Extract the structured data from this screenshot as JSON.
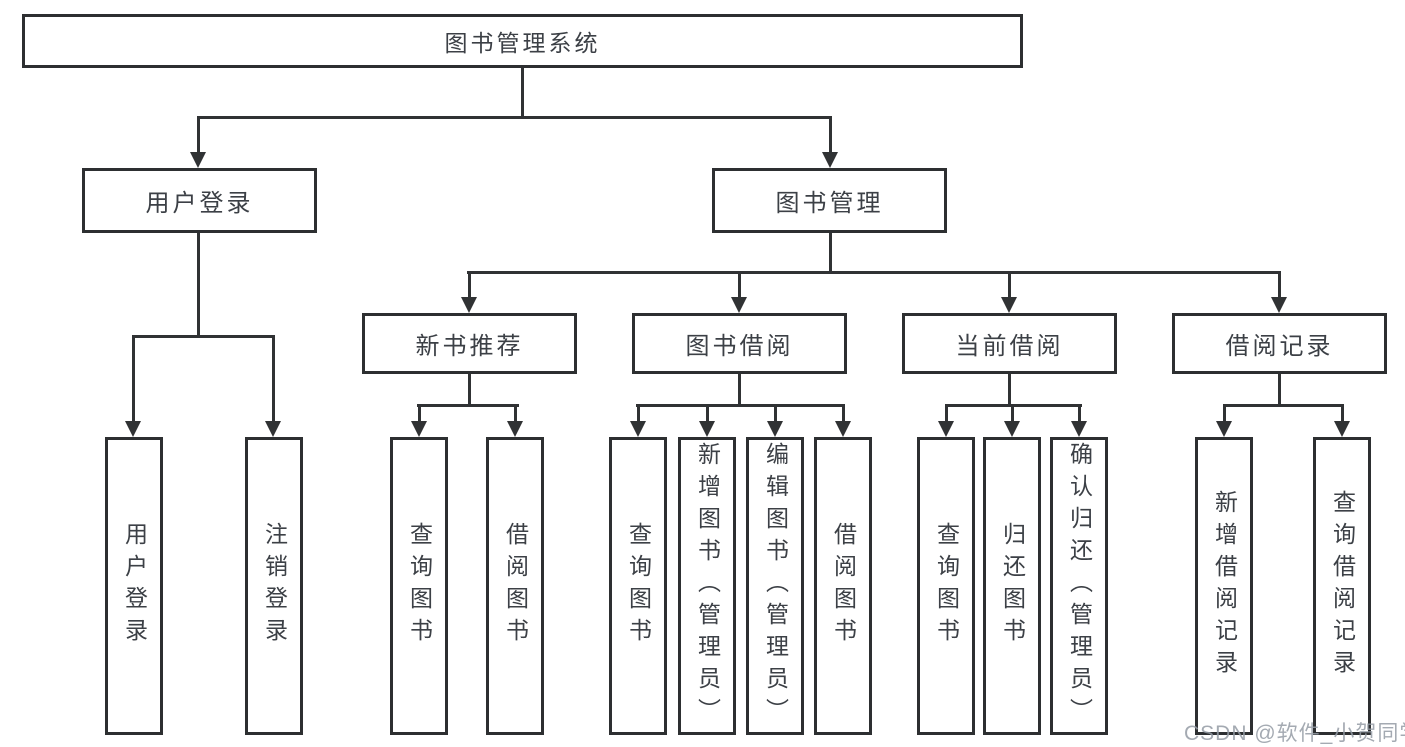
{
  "diagram": {
    "root": {
      "label": "图书管理系统"
    },
    "branches": [
      {
        "label": "用户登录",
        "children": [
          {
            "label": "用户登录"
          },
          {
            "label": "注销登录"
          }
        ]
      },
      {
        "label": "图书管理",
        "children": [
          {
            "label": "新书推荐",
            "children": [
              {
                "label": "查询图书"
              },
              {
                "label": "借阅图书"
              }
            ]
          },
          {
            "label": "图书借阅",
            "children": [
              {
                "label": "查询图书"
              },
              {
                "label": "新增图书（管理员）"
              },
              {
                "label": "编辑图书（管理员）"
              },
              {
                "label": "借阅图书"
              }
            ]
          },
          {
            "label": "当前借阅",
            "children": [
              {
                "label": "查询图书"
              },
              {
                "label": "归还图书"
              },
              {
                "label": "确认归还（管理员）"
              }
            ]
          },
          {
            "label": "借阅记录",
            "children": [
              {
                "label": "新增借阅记录"
              },
              {
                "label": "查询借阅记录"
              }
            ]
          }
        ]
      }
    ],
    "watermark": "CSDN @软件_小贺同学",
    "colors": {
      "line": "#303234",
      "border": "#2d2f31",
      "text": "#3c4046",
      "background": "#ffffff",
      "watermark": "#949ba5"
    }
  }
}
